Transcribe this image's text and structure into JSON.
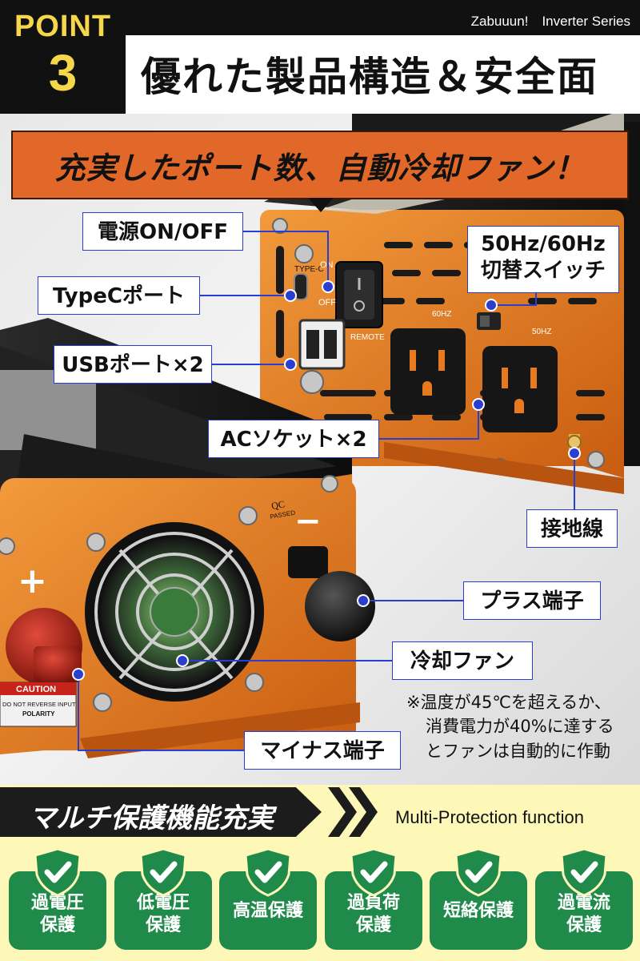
{
  "header": {
    "point_label": "POINT",
    "point_number": "3",
    "brand": "Zabuuun!　Inverter Series",
    "headline": "優れた製品構造＆安全面"
  },
  "banner": {
    "text": "充実したポート数、自動冷却ファン！"
  },
  "callouts": {
    "power_switch": "電源ON/OFF",
    "typec_port": "TypeCポート",
    "usb_ports": "USBポート×2",
    "freq_switch_line1": "50Hz/60Hz",
    "freq_switch_line2": "切替スイッチ",
    "ac_sockets": "ACソケット×2",
    "ground_wire": "接地線",
    "plus_terminal": "プラス端子",
    "cooling_fan": "冷却ファン",
    "minus_terminal": "マイナス端子"
  },
  "device_text": {
    "typec": "TYPE-C",
    "on": "ON",
    "off": "OFF",
    "remote": "REMOTE",
    "hz60": "60HZ",
    "hz50": "50HZ",
    "qc": "QC",
    "passed": "PASSED",
    "caution": "CAUTION",
    "reverse_line1": "DO NOT REVERSE INPUT",
    "reverse_line2": "POLARITY",
    "plus_sign": "+",
    "minus_sign": "−"
  },
  "note": {
    "line1": "※温度が45℃を超えるか、",
    "line2": "消費電力が40%に達する",
    "line3": "とファンは自動的に作動"
  },
  "protection": {
    "title": "マルチ保護機能充実",
    "subtitle": "Multi-Protection function",
    "items": [
      {
        "line1": "過電圧",
        "line2": "保護"
      },
      {
        "line1": "低電圧",
        "line2": "保護"
      },
      {
        "line1": "高温保護",
        "line2": ""
      },
      {
        "line1": "過負荷",
        "line2": "保護"
      },
      {
        "line1": "短絡保護",
        "line2": ""
      },
      {
        "line1": "過電流",
        "line2": "保護"
      }
    ]
  },
  "colors": {
    "accent_yellow": "#f6d64a",
    "banner_orange": "#e2682a",
    "callout_blue": "#2a3fd0",
    "protection_green": "#1f8a4a",
    "protection_bg": "#fdf7b8",
    "inverter_orange": "#e77a1e"
  },
  "icons": {
    "shield": "shield-check-icon"
  }
}
